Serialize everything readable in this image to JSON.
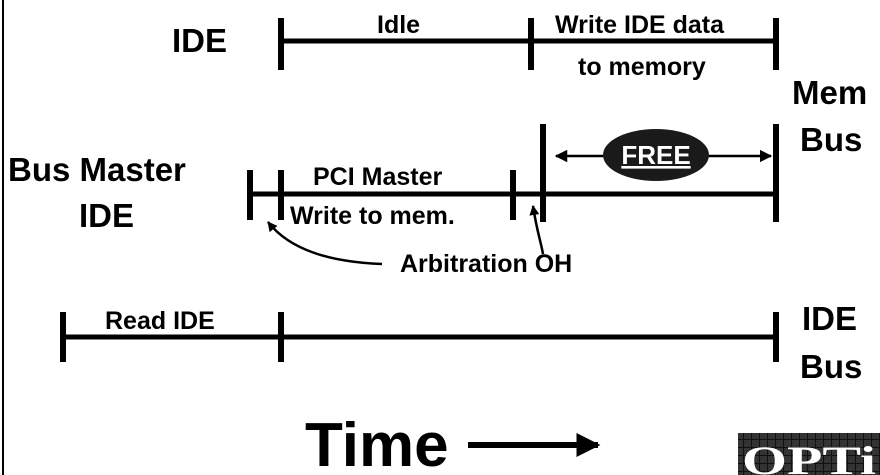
{
  "rows": {
    "ide": {
      "label": "IDE",
      "segment_idle": "Idle",
      "segment_write_line1": "Write IDE data",
      "segment_write_line2": "to memory"
    },
    "mem_bus": {
      "label_line1": "Mem",
      "label_line2": "Bus",
      "free_label": "FREE"
    },
    "bus_master": {
      "label_line1": "Bus Master",
      "label_line2": "IDE",
      "segment_line1": "PCI Master",
      "segment_line2": "Write to mem.",
      "arbitration_label": "Arbitration OH"
    },
    "ide_bus": {
      "segment_read": "Read IDE",
      "label_line1": "IDE",
      "label_line2": "Bus"
    }
  },
  "time_label": "Time",
  "logo": {
    "text": "OPTi"
  }
}
